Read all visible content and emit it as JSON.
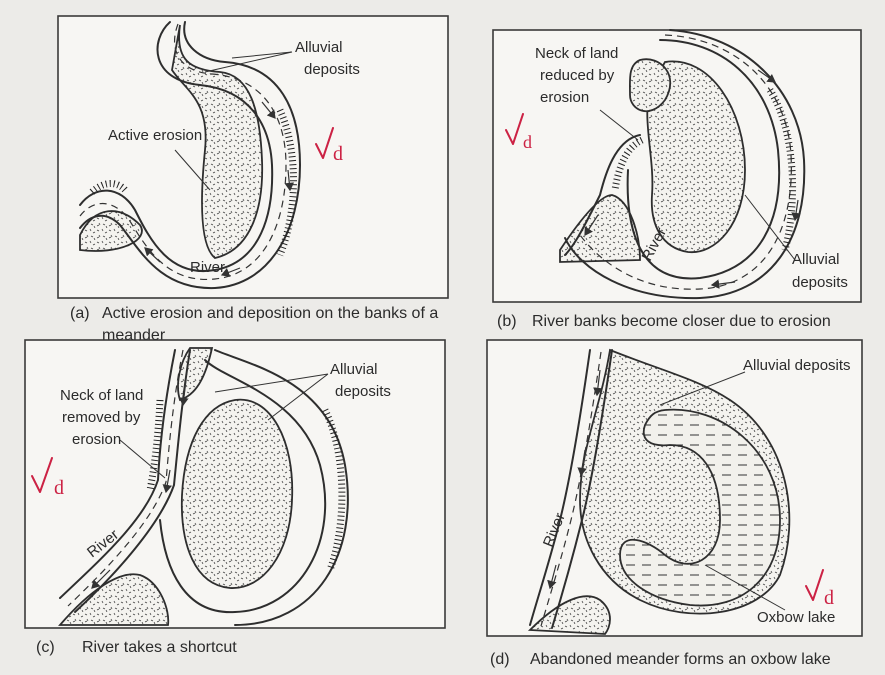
{
  "panels": {
    "a": {
      "labels": {
        "alluvial_1": "Alluvial",
        "alluvial_2": "deposits",
        "erosion": "Active erosion",
        "river": "River"
      },
      "caption_letter": "(a)",
      "caption_line1": "Active erosion and deposition on the banks of a",
      "caption_line2": "meander"
    },
    "b": {
      "labels": {
        "neck_1": "Neck of land",
        "neck_2": "reduced by",
        "neck_3": "erosion",
        "river": "River",
        "alluvial_1": "Alluvial",
        "alluvial_2": "deposits"
      },
      "caption_letter": "(b)",
      "caption": "River banks become closer due to erosion"
    },
    "c": {
      "labels": {
        "alluvial_1": "Alluvial",
        "alluvial_2": "deposits",
        "neck_1": "Neck of land",
        "neck_2": "removed by",
        "neck_3": "erosion",
        "river": "River"
      },
      "caption_letter": "(c)",
      "caption": "River takes a shortcut"
    },
    "d": {
      "labels": {
        "alluvial": "Alluvial deposits",
        "river": "River",
        "oxbow": "Oxbow lake"
      },
      "caption_letter": "(d)",
      "caption": "Abandoned meander forms an oxbow lake"
    }
  },
  "annotations": {
    "tick_mark": "√d"
  },
  "colors": {
    "paper": "#ecebe8",
    "ink": "#2b2b2b",
    "tick": "#cc2244"
  }
}
